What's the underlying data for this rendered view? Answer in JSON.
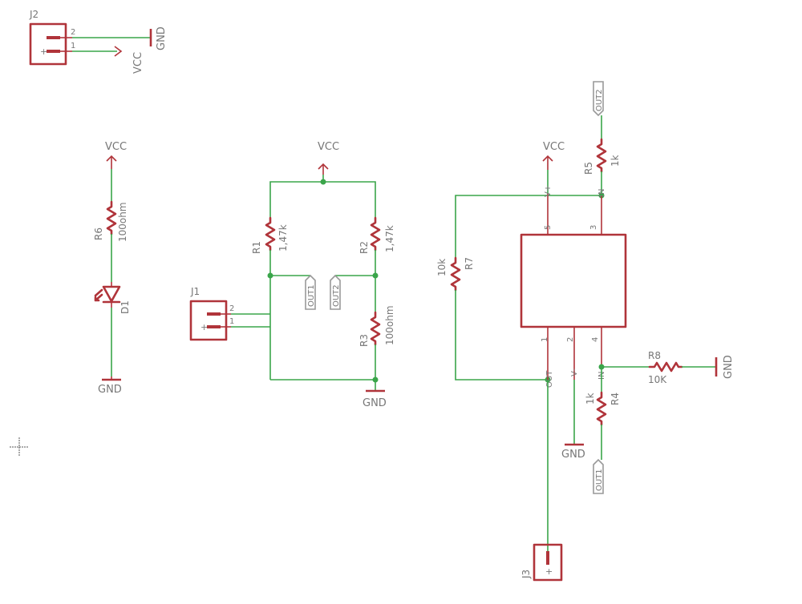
{
  "power": {
    "vcc": "VCC",
    "gnd": "GND"
  },
  "connectors": {
    "j2": {
      "name": "J2",
      "pin1": "1",
      "pin2": "2",
      "plus": "+"
    },
    "j1": {
      "name": "J1",
      "pin1": "1",
      "pin2": "2",
      "plus": "+"
    },
    "j3": {
      "name": "J3",
      "plus": "+"
    }
  },
  "led_branch": {
    "r6": {
      "name": "R6",
      "value": "100ohm"
    },
    "d1": {
      "name": "D1"
    }
  },
  "bridge": {
    "r1": {
      "name": "R1",
      "value": "1,47k"
    },
    "r2": {
      "name": "R2",
      "value": "1,47k"
    },
    "r3": {
      "name": "R3",
      "value": "100ohm"
    },
    "flag_out1": "OUT1",
    "flag_out2": "OUT2"
  },
  "amplifier": {
    "r5": {
      "name": "R5",
      "value": "1k"
    },
    "r7": {
      "name": "R7",
      "value": "10k"
    },
    "r4": {
      "name": "R4",
      "value": "1k"
    },
    "r8": {
      "name": "R8",
      "value": "10K"
    },
    "pin_numbers": {
      "p1": "1",
      "p2": "2",
      "p3": "3",
      "p4": "4",
      "p5": "5"
    },
    "pin_names": {
      "vplus": "V+",
      "in_upper": "IN",
      "out": "OUT",
      "vminus": "V-",
      "in_lower": "IN"
    },
    "flag_out2": "OUT2",
    "flag_out1": "OUT1"
  }
}
